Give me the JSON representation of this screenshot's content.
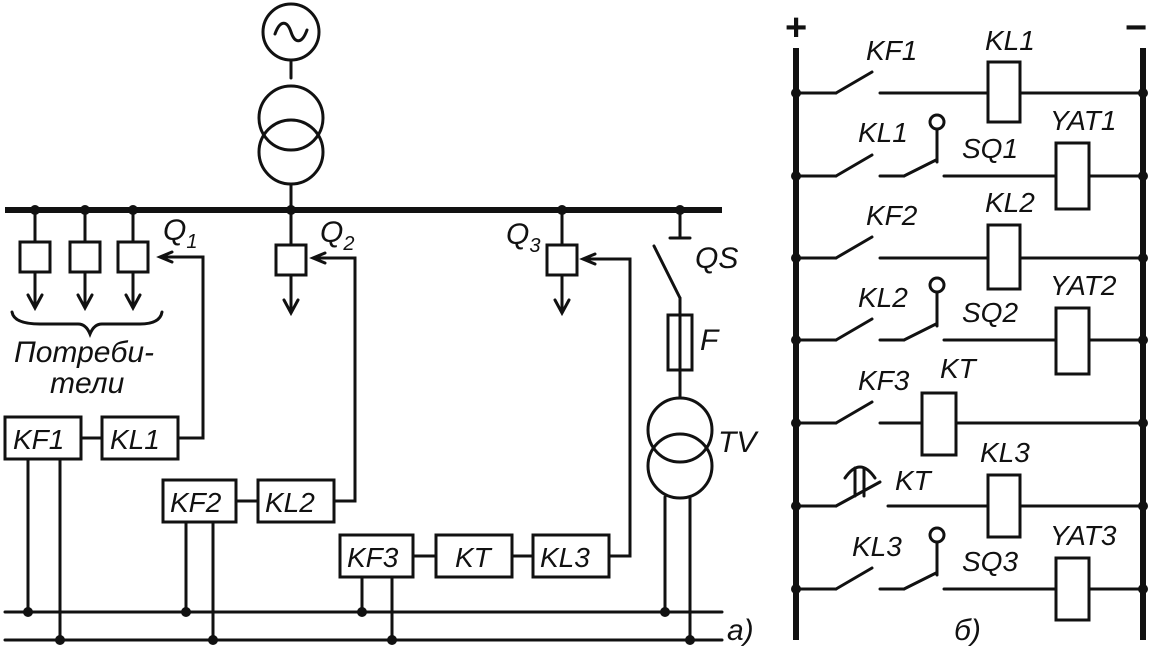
{
  "scheme_a": {
    "consumers_label_1": "Потреби-",
    "consumers_label_2": "тели",
    "q1": "Q",
    "q1_sub": "1",
    "q2": "Q",
    "q2_sub": "2",
    "q3": "Q",
    "q3_sub": "3",
    "qs": "QS",
    "f": "F",
    "tv": "TV",
    "kf1": "KF1",
    "kl1": "KL1",
    "kf2": "KF2",
    "kl2": "KL2",
    "kf3": "KF3",
    "kt": "KT",
    "kl3": "KL3",
    "panel_label": "а)"
  },
  "scheme_b": {
    "plus": "+",
    "minus": "−",
    "rungs": [
      {
        "contact": "KF1",
        "coil": "KL1"
      },
      {
        "contact": "KL1",
        "aux": "SQ1",
        "coil": "YAT1"
      },
      {
        "contact": "KF2",
        "coil": "KL2"
      },
      {
        "contact": "KL2",
        "aux": "SQ2",
        "coil": "YAT2"
      },
      {
        "contact": "KF3",
        "coil": "KT"
      },
      {
        "contact": "KT",
        "coil": "KL3"
      },
      {
        "contact": "KL3",
        "aux": "SQ3",
        "coil": "YAT3"
      }
    ],
    "panel_label": "б)"
  }
}
